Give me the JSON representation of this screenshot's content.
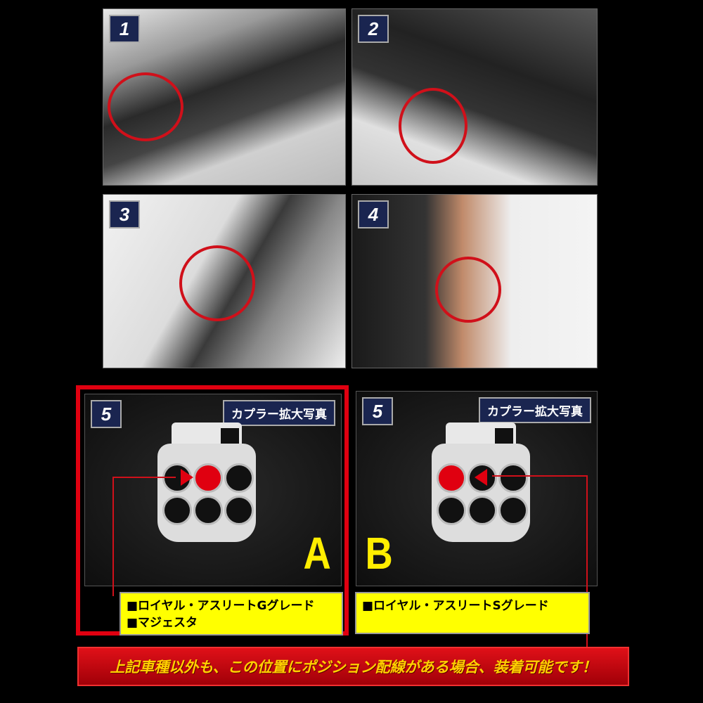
{
  "steps": [
    {
      "num": "1"
    },
    {
      "num": "2"
    },
    {
      "num": "3"
    },
    {
      "num": "4"
    }
  ],
  "coupler": {
    "a": {
      "num": "5",
      "tag": "カプラー拡大写真",
      "letter": "A",
      "grades": [
        "■ロイヤル・アスリートGグレード",
        "■マジェスタ"
      ]
    },
    "b": {
      "num": "5",
      "tag": "カプラー拡大写真",
      "letter": "B",
      "grades": [
        "■ロイヤル・アスリートSグレード"
      ]
    }
  },
  "banner": "上記車種以外も、この位置にポジション配線がある場合、装着可能です！",
  "colors": {
    "accent_red": "#d0101a",
    "highlight_yellow": "#ffff00",
    "label_navy": "#1a2550"
  }
}
